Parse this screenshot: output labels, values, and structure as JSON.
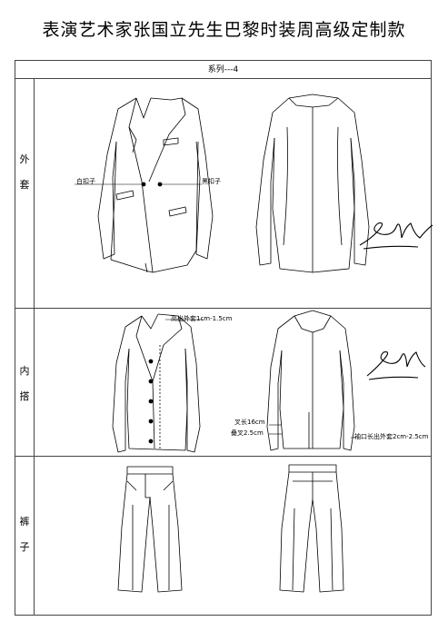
{
  "page": {
    "title": "表演艺术家张国立先生巴黎时装周高级定制款"
  },
  "sheet": {
    "series_label": "系列---4",
    "rows": [
      {
        "label_line1": "外",
        "label_line2": "套"
      },
      {
        "label_line1": "内",
        "label_line2": "搭"
      },
      {
        "label_line1": "裤",
        "label_line2": "子"
      }
    ]
  },
  "annotations": {
    "white_button": "白扣子",
    "black_button": "黑扣子",
    "collar_note": "高出外套1cm-1.5cm",
    "vent_length": "叉长16cm",
    "vent_overlap": "叠叉2.5cm",
    "cuff_note": "袖口长出外套2cm-2.5cm"
  },
  "colors": {
    "line": "#000000",
    "border": "#444444",
    "background": "#ffffff"
  }
}
